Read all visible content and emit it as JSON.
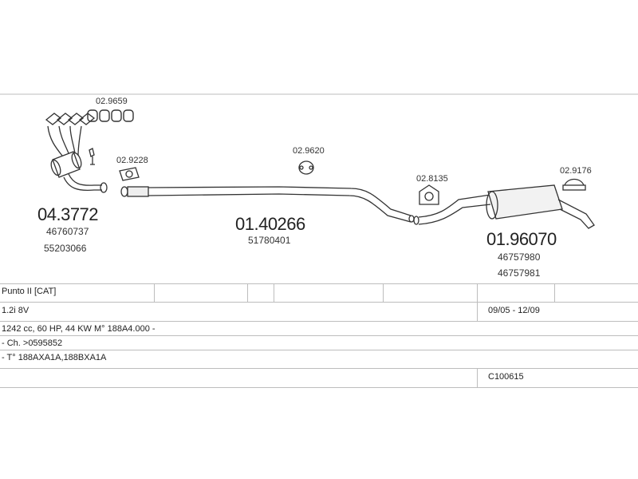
{
  "parts": {
    "gaskets_top": "02.9659",
    "flange_gasket": "02.9228",
    "hanger_center": "02.9620",
    "hanger_rear": "02.8135",
    "clamp_tail": "02.9176",
    "front": {
      "code": "04.3772",
      "oe": [
        "46760737",
        "55203066"
      ]
    },
    "middle": {
      "code": "01.40266",
      "oe": [
        "51780401"
      ]
    },
    "rear": {
      "code": "01.96070",
      "oe": [
        "46757980",
        "46757981"
      ]
    }
  },
  "table": {
    "model": "Punto II  [CAT]",
    "engine": "1.2i  8V",
    "dates": "09/05 - 12/09",
    "spec": "1242 cc, 60 HP, 44 KW M° 188A4.000 -",
    "chassis": "- Ch. >0595852",
    "type": "- T° 188AXA1A,188BXA1A",
    "ref": "C100615"
  }
}
